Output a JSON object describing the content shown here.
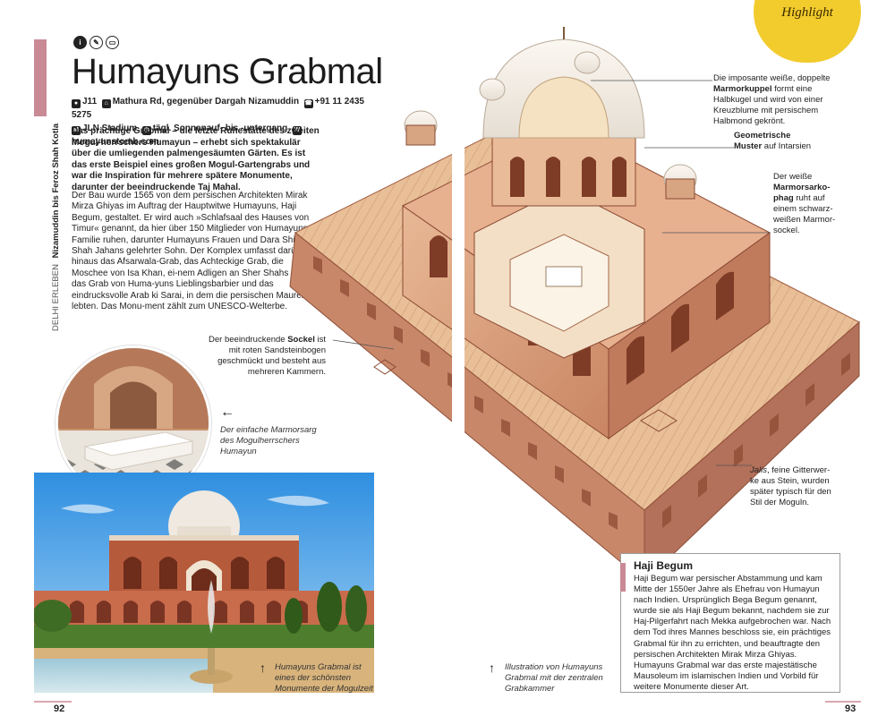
{
  "badge": {
    "label": "Highlight"
  },
  "side": {
    "section": "DELHI ERLEBEN",
    "subsection": "Nizamuddin bis Feroz Shah Kotla"
  },
  "title": "Humayuns Grabmal",
  "info": {
    "grid": "J11",
    "address": "Mathura Rd, gegenüber Dargah Nizamuddin",
    "phone": "+91 11 2435 5275",
    "metro": "JLN Stadium",
    "hours": "tägl. Sonnenauf- bis -untergang",
    "web": "humayunstomb.com",
    "icon_grid": "pin-icon",
    "icon_address": "building-icon",
    "icon_phone": "phone-icon",
    "icon_metro": "metro-icon",
    "icon_hours": "clock-icon",
    "icon_web": "web-icon"
  },
  "lead": "Das prächtige Grabmal – die letzte Ruhestätte des zweiten Mogul-herrschers Humayun – erhebt sich spektakulär über die umliegenden palmengesäumten Gärten. Es ist das erste Beispiel eines großen Mogul-Gartengrabs und war die Inspiration für mehrere spätere Monumente, darunter der beeindruckende Taj Mahal.",
  "body": "Der Bau wurde 1565 von dem persischen Architekten Mirak Mirza Ghiyas im Auftrag der Hauptwitwe Humayuns, Haji Begum, gestaltet. Er wird auch »Schlafsaal des Hauses von Timur« genannt, da hier über 150 Mitglieder von Humayuns Familie ruhen, darunter Humayuns Frauen und Dara Shikoh, Shah Jahans gelehrter Sohn. Der Komplex umfasst darüber hinaus das Afsarwala-Grab, das Achteckige Grab, die Moschee von Isa Khan, ei-nem Adligen an Sher Shahs Hof, das Grab von Huma-yuns Lieblingsbarbier und das eindrucksvolle Arab ki Sarai, in dem die persischen Maurer lebten. Das Monu-ment zählt zum UNESCO-Welterbe.",
  "annotations": {
    "dome_a": "Die imposante weiße, doppelte",
    "dome_b": "Marmorkuppel",
    "dome_c": " formt eine Halbkugel und wird von einer Kreuzblume mit persischem Halbmond gekrönt.",
    "pattern_a": "Geometrische Muster",
    "pattern_b": " auf Intarsien",
    "sarc_a": "Der weiße ",
    "sarc_b": "Marmorsarko-phag",
    "sarc_c": " ruht auf einem schwarz-weißen Marmor-sockel.",
    "plinth_a": "Der beeindruckende ",
    "plinth_b": "Sockel",
    "plinth_c": " ist mit roten Sandsteinbogen geschmückt und besteht aus mehreren Kammern.",
    "jalis_a": "Jalis",
    "jalis_b": ", feine Gitterwer-ke aus Stein, wurden später typisch für den Stil der Moguln."
  },
  "captions": {
    "sarcophagus": "Der einfache Marmorsarg des Mogulherrschers Humayun",
    "photo": "Humayuns Grabmal ist eines der schönsten Monumente der Mogulzeit",
    "illustration": "Illustration von Humayuns Grabmal mit der zentralen Grabkammer",
    "arrow_left": "←",
    "arrow_up": "↑"
  },
  "box": {
    "title": "Haji Begum",
    "text": "Haji Begum war persischer Abstammung und kam Mitte der 1550er Jahre als Ehefrau von Humayun nach Indien. Ursprünglich Bega Begum genannt, wurde sie als Haji Begum bekannt, nachdem sie zur Haj-Pilgerfahrt nach Mekka aufgebrochen war. Nach dem Tod ihres Mannes beschloss sie, ein prächtiges Grabmal für ihn zu errichten, und beauftragte den persischen Architekten Mirak Mirza Ghiyas. Humayuns Grabmal war das erste majestätische Mausoleum im islamischen Indien und Vorbild für weitere Monumente dieser Art."
  },
  "pages": {
    "left": "92",
    "right": "93"
  },
  "colors": {
    "accent_pink": "#c98a96",
    "highlight_yellow": "#f2cb2d",
    "sandstone": "#d49a7a"
  }
}
